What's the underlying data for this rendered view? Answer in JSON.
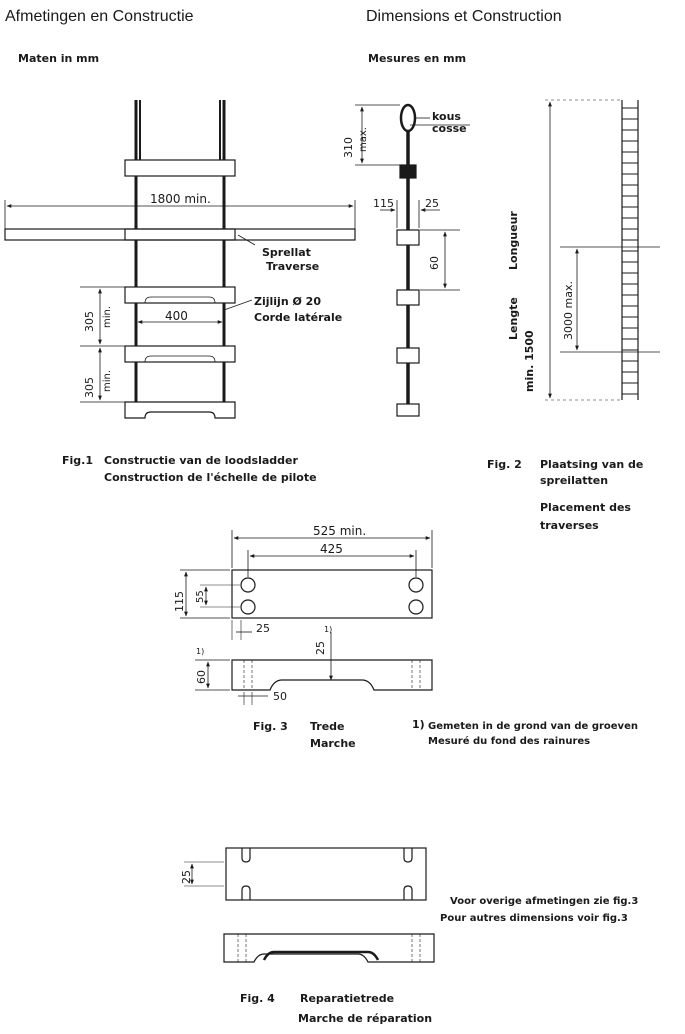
{
  "header": {
    "title_nl": "Afmetingen en Constructie",
    "title_fr": "Dimensions et Construction",
    "units_nl": "Maten in mm",
    "units_fr": "Mesures en mm"
  },
  "fig1": {
    "width_label": "1800 min.",
    "traverse_nl": "Sprellat",
    "traverse_fr": "Traverse",
    "rope_nl": "Zijlijn Ø 20",
    "rope_fr": "Corde latérale",
    "step_width": "400",
    "spacing_1": "305",
    "spacing_1_min": "min.",
    "spacing_2": "305",
    "spacing_2_min": "min.",
    "caption_label": "Fig.1",
    "caption_nl": "Constructie van de loodsladder",
    "caption_fr": "Construction de l'échelle de pilote"
  },
  "side_view": {
    "thimble_nl": "kous",
    "thimble_fr": "cosse",
    "top_len": "310",
    "top_max": "max.",
    "step_depth": "115",
    "step_gap": "25",
    "step_height": "60"
  },
  "fig2": {
    "length_nl": "Lengte",
    "length_fr": "Longueur",
    "length_min": "min. 1500",
    "spacing": "3000 max.",
    "caption_label": "Fig. 2",
    "caption_nl_1": "Plaatsing van de",
    "caption_nl_2": "spreilatten",
    "caption_fr_1": "Placement des",
    "caption_fr_2": "traverses"
  },
  "fig3": {
    "overall": "525 min.",
    "hole_spacing": "425",
    "depth": "115",
    "hole_offset": "55",
    "edge": "25",
    "groove": "25",
    "groove_mark": "1)",
    "height": "60",
    "height_mark": "1)",
    "slot": "50",
    "caption_label": "Fig. 3",
    "caption_nl": "Trede",
    "caption_fr": "Marche",
    "note_mark": "1)",
    "note_nl": "Gemeten in de grond van de groeven",
    "note_fr": "Mesuré du fond des rainures"
  },
  "fig4": {
    "slot": "25",
    "note_nl": "Voor overige afmetingen zie fig.3",
    "note_fr": "Pour autres dimensions voir fig.3",
    "caption_label": "Fig. 4",
    "caption_nl": "Reparatietrede",
    "caption_fr": "Marche de réparation"
  }
}
